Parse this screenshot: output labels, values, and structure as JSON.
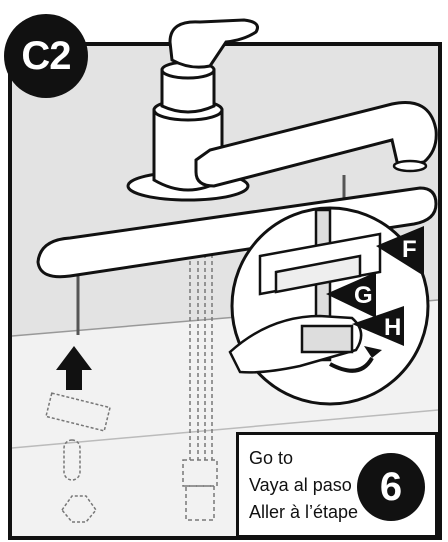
{
  "step_label": "C2",
  "callouts": {
    "f": "F",
    "g": "G",
    "h": "H"
  },
  "goto": {
    "line1": "Go to",
    "line2": "Vaya al paso",
    "line3": "Aller à l’étape",
    "step_number": "6"
  },
  "colors": {
    "ink": "#111111",
    "wall": "#e6e6e6",
    "paper": "#ffffff"
  }
}
